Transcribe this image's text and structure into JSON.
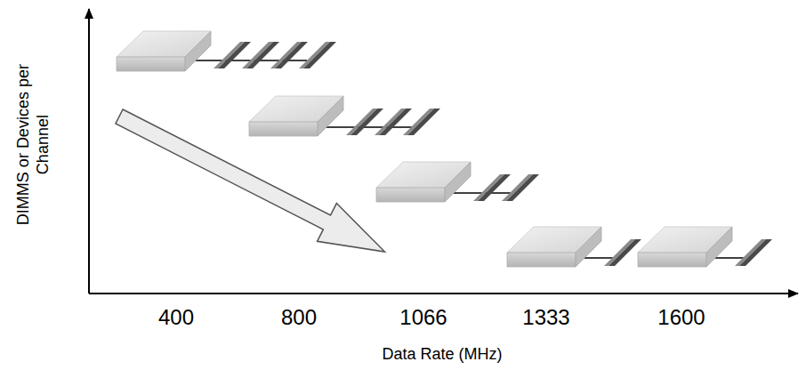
{
  "diagram": {
    "labels": [
      "DIMMS or Devices per Channel",
      "400",
      "800",
      "1066",
      "1333",
      "1600",
      "Data Rate (MHz)"
    ]
  }
}
